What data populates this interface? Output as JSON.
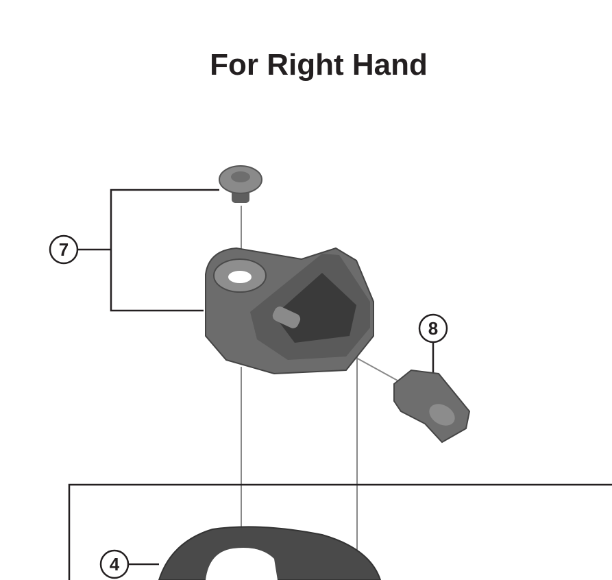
{
  "title": "For Right Hand",
  "callouts": [
    {
      "number": "7"
    },
    {
      "number": "8"
    },
    {
      "number": "4"
    }
  ],
  "colors": {
    "part": "#6b6b6b",
    "part_dark": "#3f3f3f",
    "part_light": "#9a9a9a",
    "line": "#231f20"
  }
}
